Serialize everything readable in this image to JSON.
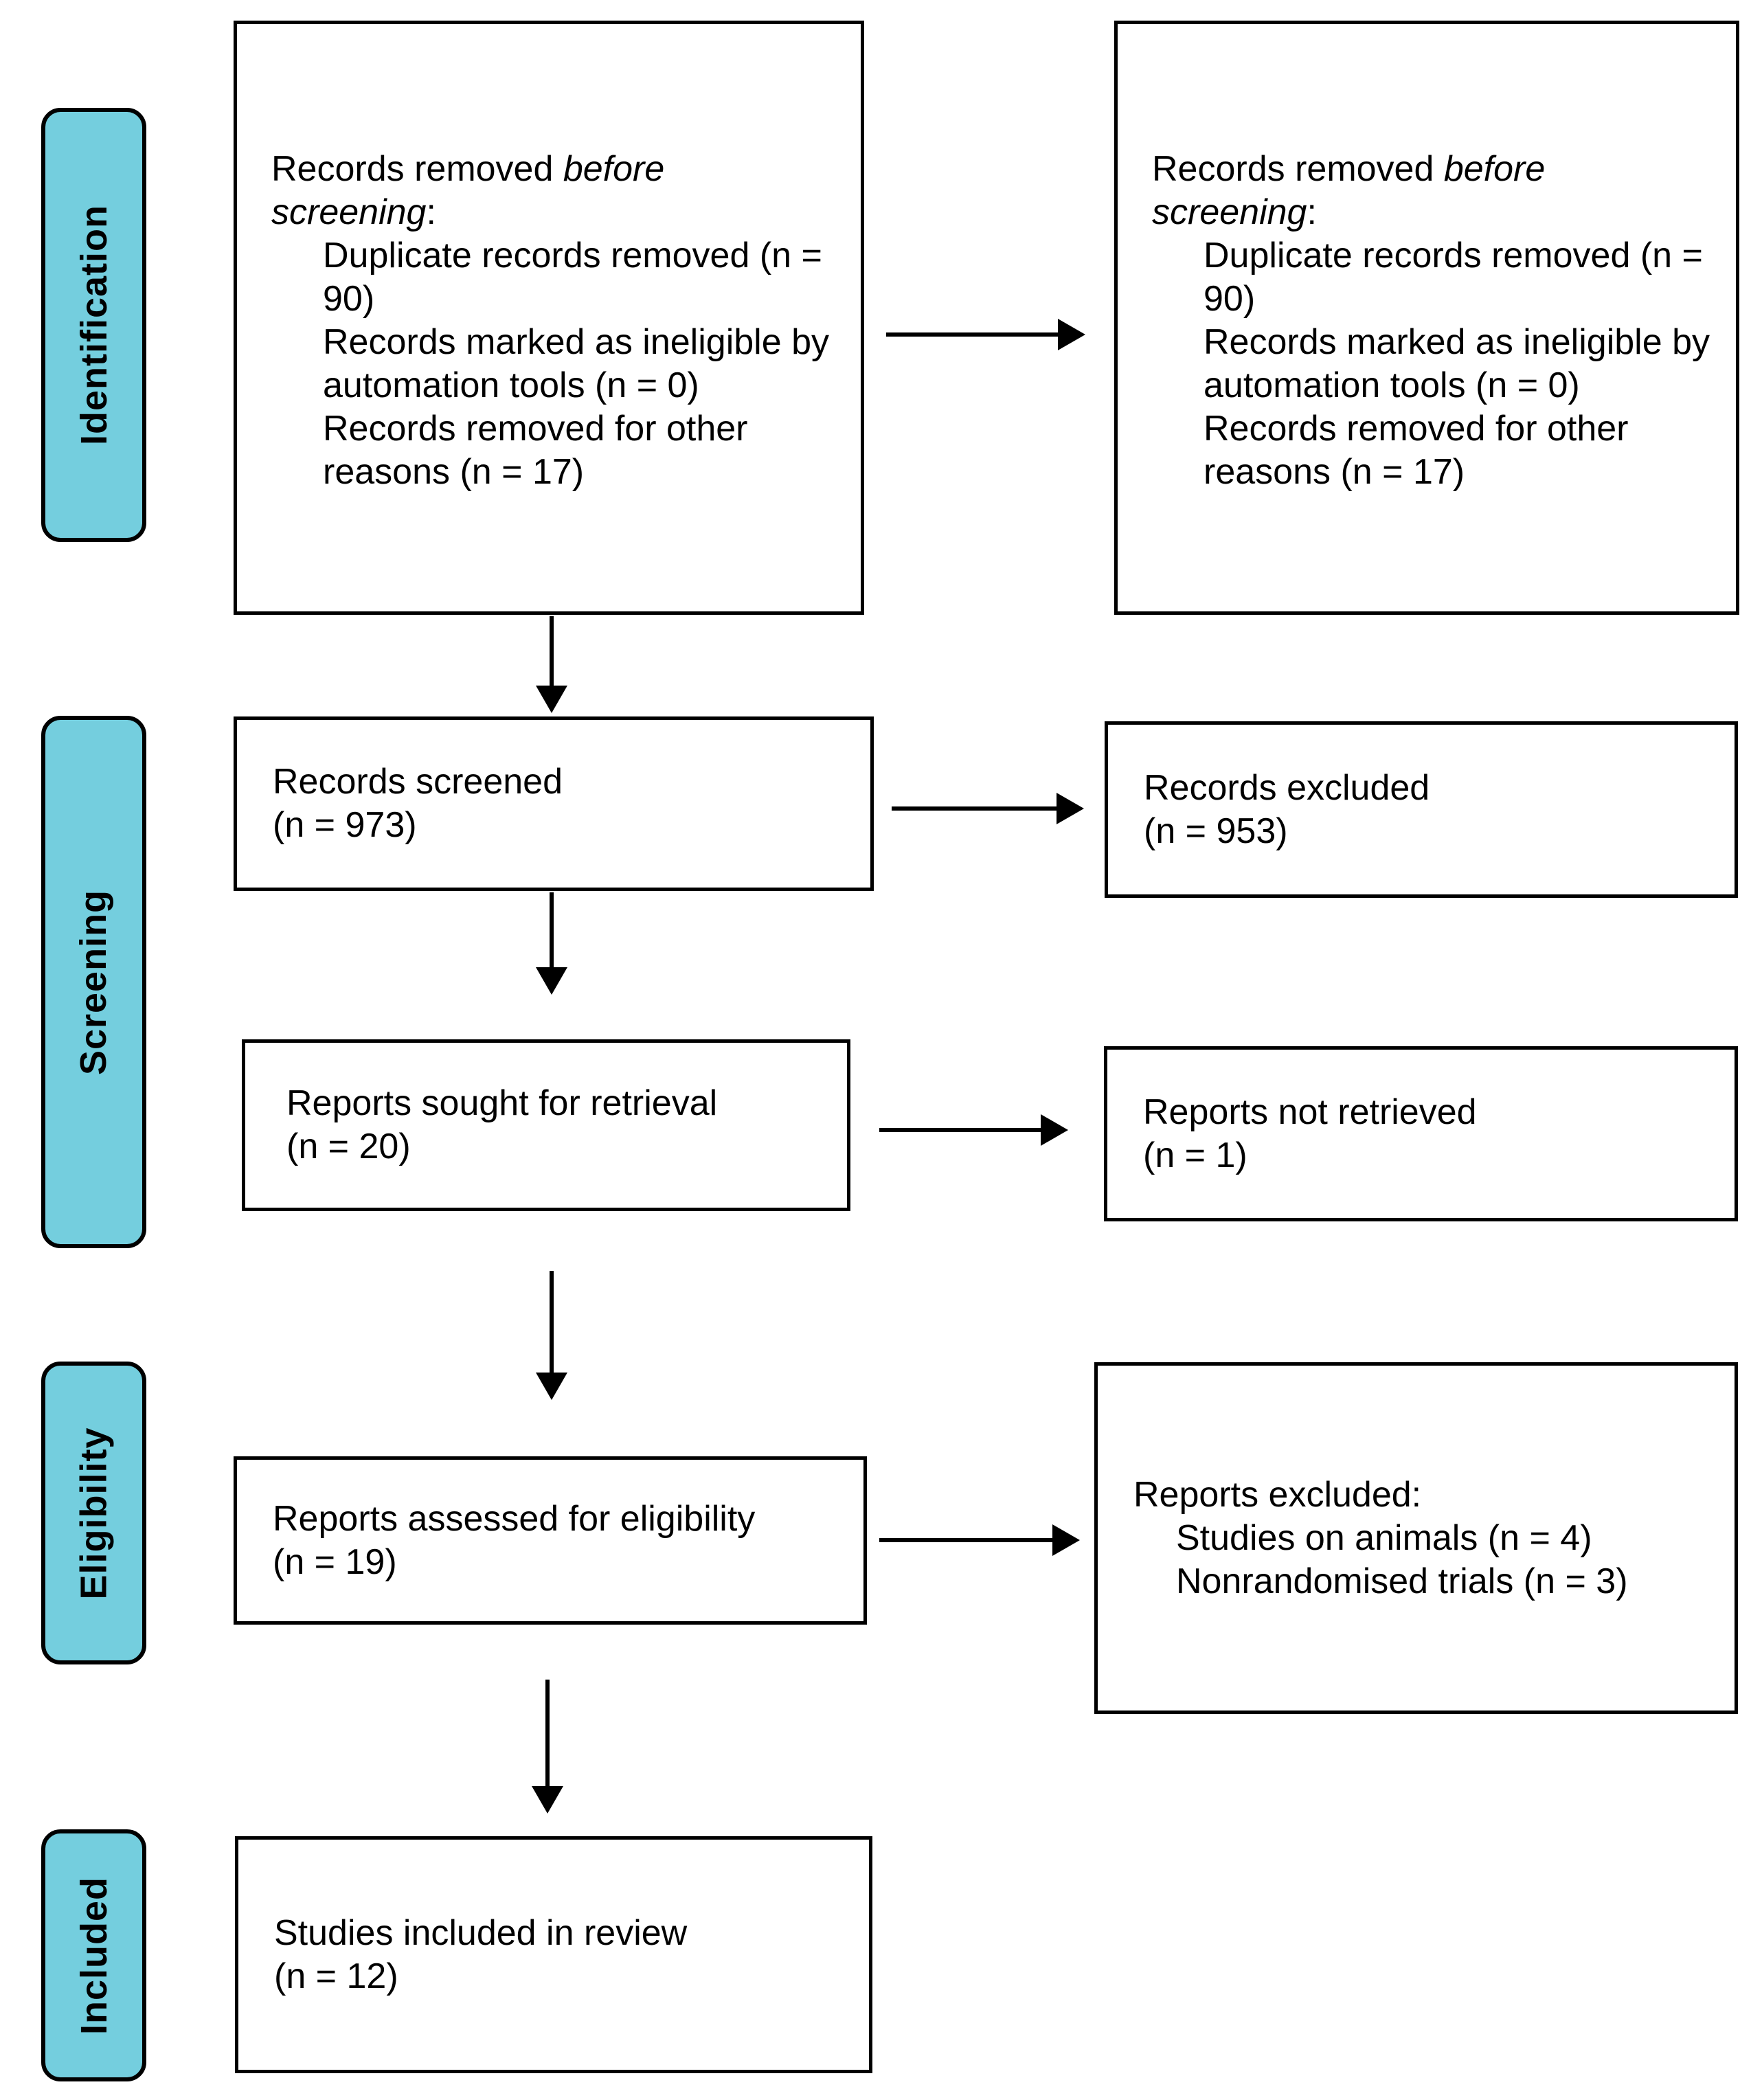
{
  "palette": {
    "stage_fill": "#74CEDE",
    "line_color": "#000000",
    "box_fill": "#FFFFFF",
    "text_color": "#000000"
  },
  "stages": [
    {
      "label": "Identification"
    },
    {
      "label": "Screening"
    },
    {
      "label": "Eligibility"
    },
    {
      "label": "Included"
    }
  ],
  "boxes": {
    "records_removed": {
      "lead_before_italic": "Records removed ",
      "lead_italic": "before screening",
      "lead_after_italic": ":",
      "items": [
        "Duplicate records removed (n = 90)",
        "Records marked as ineligible by automation tools (n = 0)",
        "Records removed for other reasons (n = 17)"
      ]
    },
    "records_screened": {
      "title": "Records screened",
      "count": "(n = 973)"
    },
    "records_excluded": {
      "title": "Records excluded",
      "count": "(n = 953)"
    },
    "reports_sought": {
      "title": "Reports sought for retrieval",
      "count": "(n = 20)"
    },
    "reports_not_retrieved": {
      "title": "Reports not retrieved",
      "count": "(n = 1)"
    },
    "reports_assessed": {
      "title": "Reports assessed for eligibility",
      "count": "(n = 19)"
    },
    "reports_excluded": {
      "title": "Reports excluded:",
      "items": [
        "Studies on animals (n = 4)",
        "Nonrandomised trials (n = 3)"
      ]
    },
    "studies_included": {
      "title": "Studies included in review",
      "count": "(n = 12)"
    }
  }
}
